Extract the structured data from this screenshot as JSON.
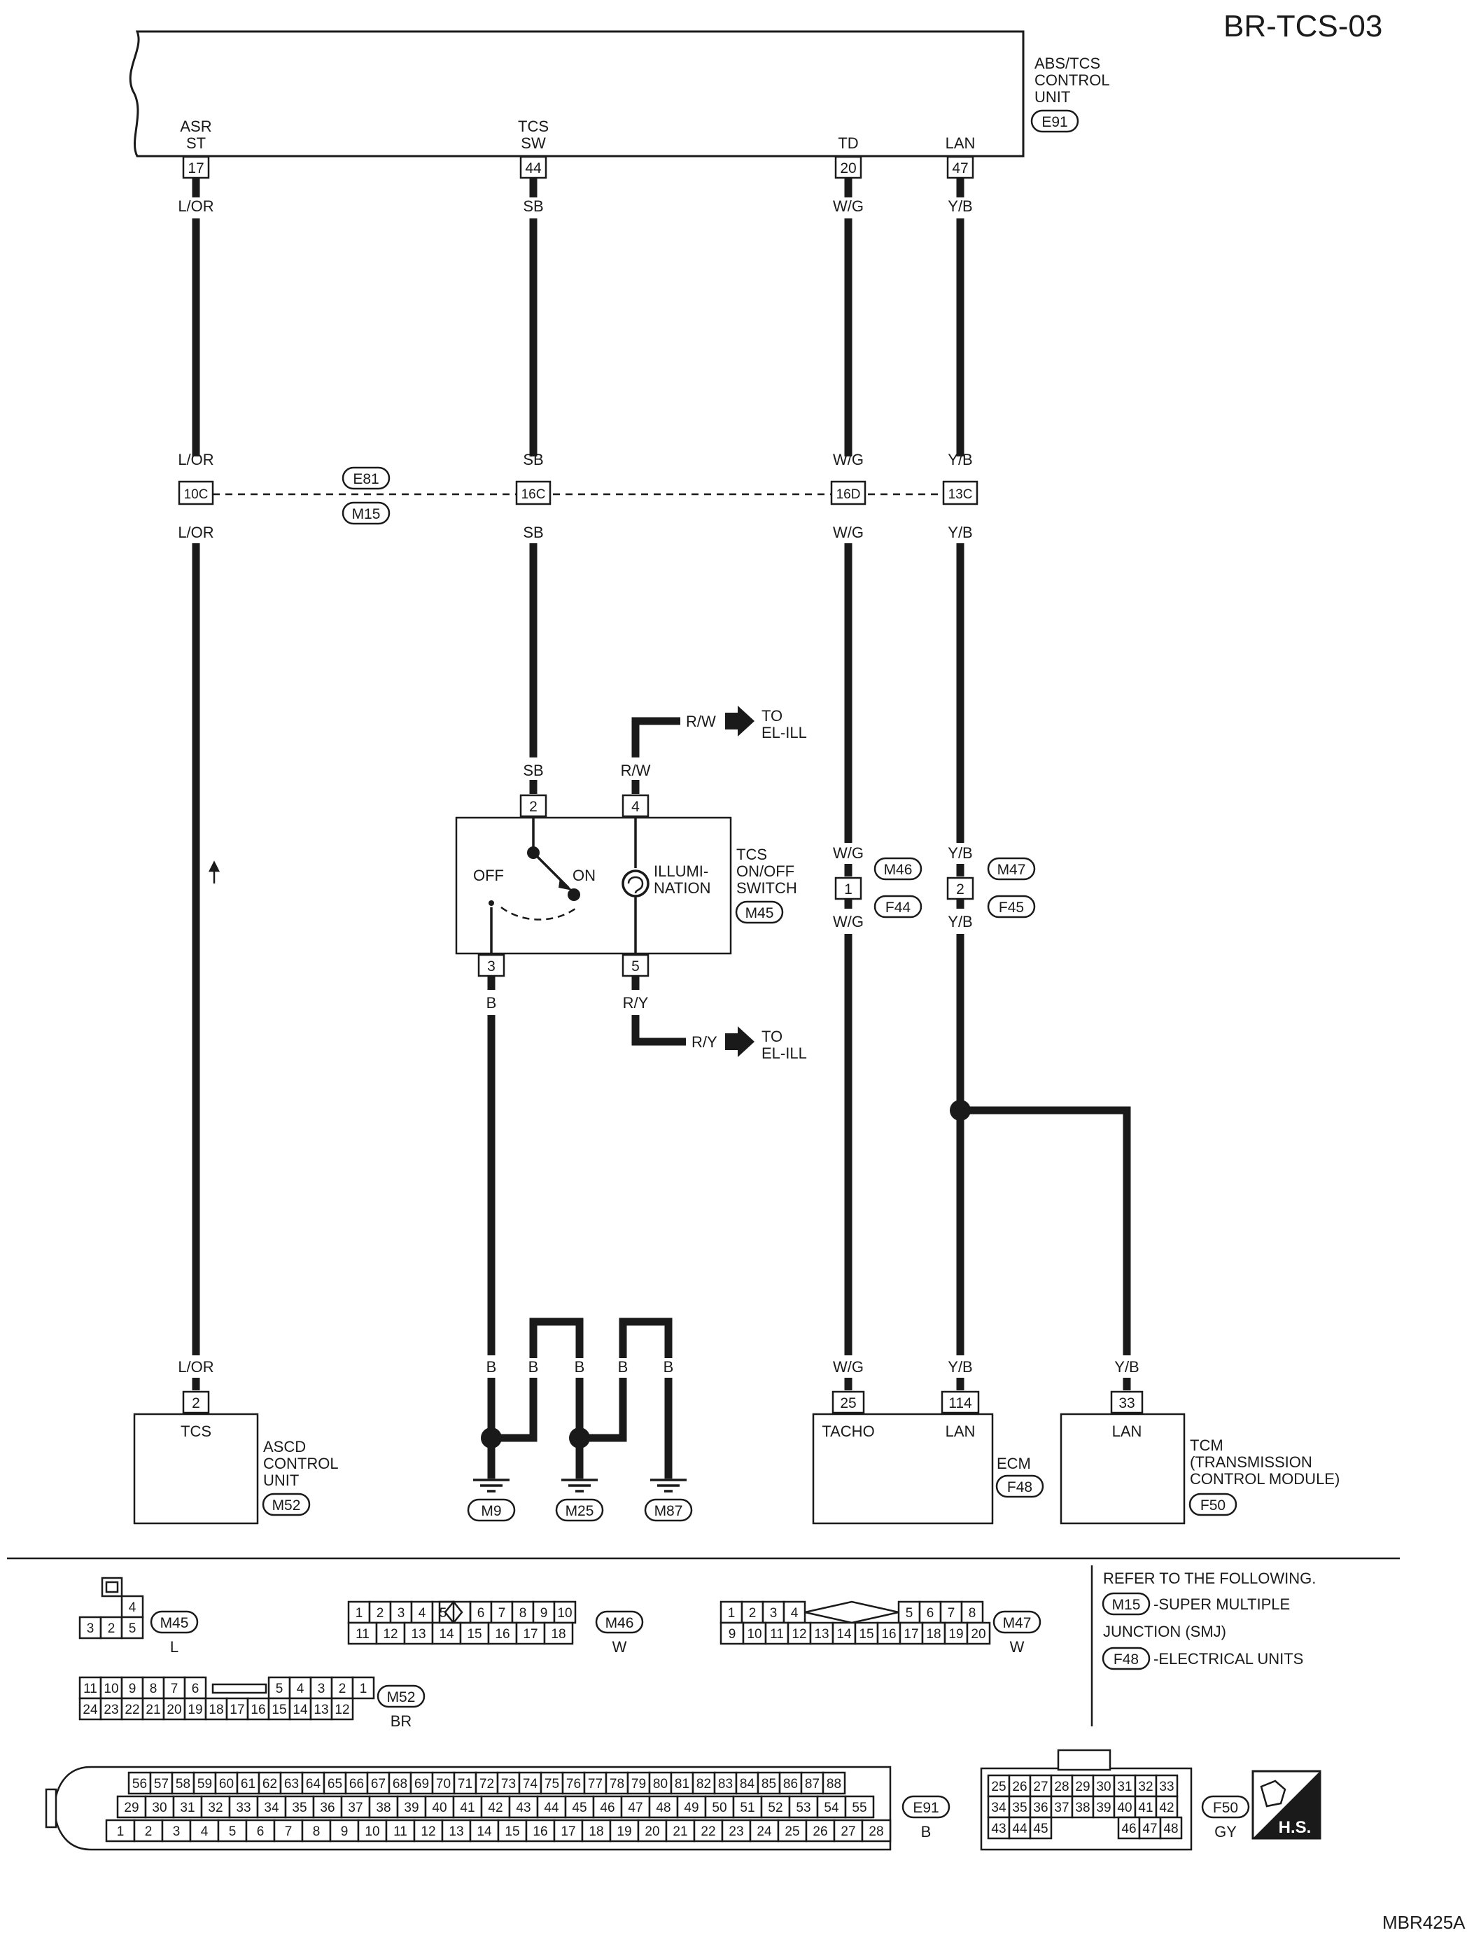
{
  "page": {
    "title": "BR-TCS-03",
    "figure_id": "MBR425A"
  },
  "abs_unit": {
    "name": [
      "ABS/TCS",
      "CONTROL",
      "UNIT"
    ],
    "connector": "E91",
    "pins": [
      {
        "label": [
          "ASR",
          "ST"
        ],
        "pin": "17",
        "wire": "L/OR"
      },
      {
        "label": [
          "TCS",
          "SW"
        ],
        "pin": "44",
        "wire": "SB"
      },
      {
        "label": [
          "TD"
        ],
        "pin": "20",
        "wire": "W/G"
      },
      {
        "label": [
          "LAN"
        ],
        "pin": "47",
        "wire": "Y/B"
      }
    ]
  },
  "junction": {
    "connector_top": "E81",
    "connector_bottom": "M15",
    "pins": [
      {
        "pin": "10C",
        "wire_top": "L/OR",
        "wire_bottom": "L/OR"
      },
      {
        "pin": "16C",
        "wire_top": "SB",
        "wire_bottom": "SB"
      },
      {
        "pin": "16D",
        "wire_top": "W/G",
        "wire_bottom": "W/G"
      },
      {
        "pin": "13C",
        "wire_top": "Y/B",
        "wire_bottom": "Y/B"
      }
    ]
  },
  "switch": {
    "name": [
      "TCS",
      "ON/OFF",
      "SWITCH"
    ],
    "connector": "M45",
    "off_label": "OFF",
    "on_label": "ON",
    "illum_label": [
      "ILLUMI-",
      "NATION"
    ],
    "pin_top_left": {
      "pin": "2",
      "wire": "SB"
    },
    "pin_top_right": {
      "pin": "4",
      "wire": "R/W"
    },
    "pin_bottom_left": {
      "pin": "3",
      "wire": "B"
    },
    "pin_bottom_right": {
      "pin": "5",
      "wire": "R/Y"
    },
    "to_top": {
      "wire": "R/W",
      "text": [
        "TO",
        "EL-ILL"
      ]
    },
    "to_bottom": {
      "wire": "R/Y",
      "text": [
        "TO",
        "EL-ILL"
      ]
    }
  },
  "inline_connectors": [
    {
      "pin": "1",
      "wire_top": "W/G",
      "wire_bottom": "W/G",
      "conn_top": "M46",
      "conn_bottom": "F44"
    },
    {
      "pin": "2",
      "wire_top": "Y/B",
      "wire_bottom": "Y/B",
      "conn_top": "M47",
      "conn_bottom": "F45"
    }
  ],
  "ascd": {
    "name": [
      "ASCD",
      "CONTROL",
      "UNIT"
    ],
    "connector": "M52",
    "pin": "2",
    "wire": "L/OR",
    "inner": "TCS"
  },
  "grounds": {
    "wires": [
      "B",
      "B",
      "B",
      "B",
      "B"
    ],
    "labels": [
      "M9",
      "M25",
      "M87"
    ]
  },
  "ecm": {
    "name": "ECM",
    "connector": "F48",
    "pins": [
      {
        "pin": "25",
        "wire": "W/G",
        "inner": "TACHO"
      },
      {
        "pin": "114",
        "wire": "Y/B",
        "inner": "LAN"
      }
    ]
  },
  "tcm": {
    "name": [
      "TCM",
      "(TRANSMISSION",
      "CONTROL MODULE)"
    ],
    "connector": "F50",
    "pin": "33",
    "wire": "Y/B",
    "inner": "LAN"
  },
  "refer": {
    "heading": "REFER TO THE FOLLOWING.",
    "items": [
      {
        "conn": "M15",
        "text": [
          "-SUPER MULTIPLE",
          "JUNCTION (SMJ)"
        ]
      },
      {
        "conn": "F48",
        "text": [
          "-ELECTRICAL UNITS"
        ]
      }
    ]
  },
  "connector_views": {
    "m45": {
      "name": "M45",
      "color": "L",
      "top": [
        "4"
      ],
      "bottom": [
        "3",
        "2",
        "5"
      ]
    },
    "m46": {
      "name": "M46",
      "color": "W",
      "top": [
        "1",
        "2",
        "3",
        "4",
        "5",
        "6",
        "7",
        "8",
        "9",
        "10"
      ],
      "bottom": [
        "11",
        "12",
        "13",
        "14",
        "15",
        "16",
        "17",
        "18"
      ]
    },
    "m47": {
      "name": "M47",
      "color": "W",
      "top": [
        "1",
        "2",
        "3",
        "4",
        "5",
        "6",
        "7",
        "8"
      ],
      "bottom": [
        "9",
        "10",
        "11",
        "12",
        "13",
        "14",
        "15",
        "16",
        "17",
        "18",
        "19",
        "20"
      ]
    },
    "m52": {
      "name": "M52",
      "color": "BR",
      "top": [
        "11",
        "10",
        "9",
        "8",
        "7",
        "6",
        "5",
        "4",
        "3",
        "2",
        "1"
      ],
      "bottom": [
        "24",
        "23",
        "22",
        "21",
        "20",
        "19",
        "18",
        "17",
        "16",
        "15",
        "14",
        "13",
        "12"
      ]
    },
    "e91": {
      "name": "E91",
      "color": "B",
      "row1": [
        "56",
        "57",
        "58",
        "59",
        "60",
        "61",
        "62",
        "63",
        "64",
        "65",
        "66",
        "67",
        "68",
        "69",
        "70",
        "71",
        "72",
        "73",
        "74",
        "75",
        "76",
        "77",
        "78",
        "79",
        "80",
        "81",
        "82",
        "83",
        "84",
        "85",
        "86",
        "87",
        "88"
      ],
      "row2": [
        "29",
        "30",
        "31",
        "32",
        "33",
        "34",
        "35",
        "36",
        "37",
        "38",
        "39",
        "40",
        "41",
        "42",
        "43",
        "44",
        "45",
        "46",
        "47",
        "48",
        "49",
        "50",
        "51",
        "52",
        "53",
        "54",
        "55"
      ],
      "row3": [
        "1",
        "2",
        "3",
        "4",
        "5",
        "6",
        "7",
        "8",
        "9",
        "10",
        "11",
        "12",
        "13",
        "14",
        "15",
        "16",
        "17",
        "18",
        "19",
        "20",
        "21",
        "22",
        "23",
        "24",
        "25",
        "26",
        "27",
        "28"
      ]
    },
    "f50": {
      "name": "F50",
      "color": "GY",
      "row1": [
        "25",
        "26",
        "27",
        "28",
        "29",
        "30",
        "31",
        "32",
        "33"
      ],
      "row2": [
        "34",
        "35",
        "36",
        "37",
        "38",
        "39",
        "40",
        "41",
        "42"
      ],
      "row3": [
        "43",
        "44",
        "45",
        "46",
        "47",
        "48"
      ]
    }
  },
  "hs_label": "H.S."
}
